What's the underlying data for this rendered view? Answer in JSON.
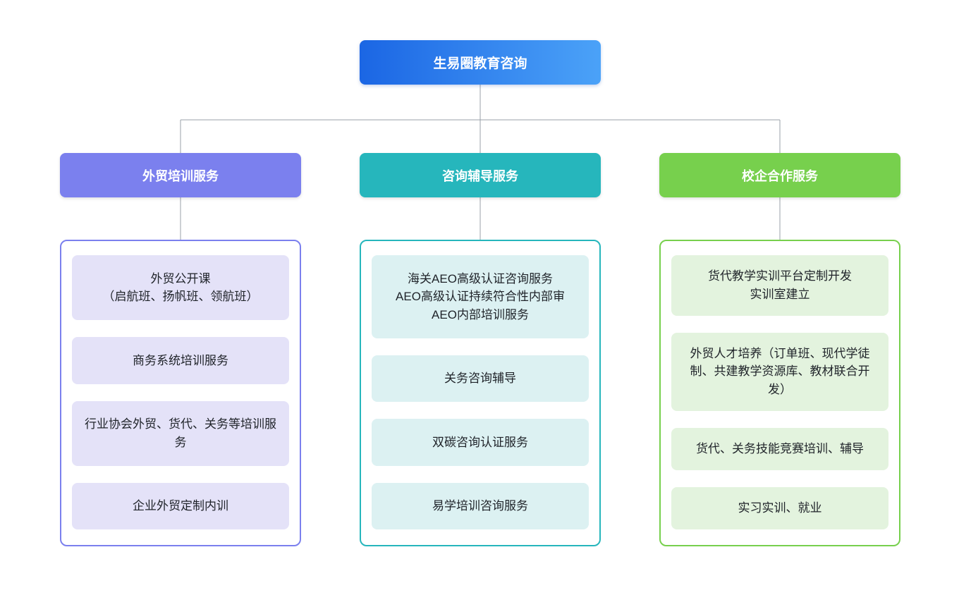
{
  "root": {
    "label": "生易圈教育咨询",
    "gradient_start": "#1b66e4",
    "gradient_end": "#4ba2f8"
  },
  "connector_color": "#99a0a8",
  "branches": [
    {
      "label": "外贸培训服务",
      "color": "#7b80ee",
      "item_bg": "#e4e2f8",
      "items": [
        [
          "外贸公开课",
          "（启航班、扬帆班、领航班）"
        ],
        "商务系统培训服务",
        "行业协会外贸、货代、关务等培训服务",
        "企业外贸定制内训"
      ]
    },
    {
      "label": "咨询辅导服务",
      "color": "#26b6bc",
      "item_bg": "#dcf1f2",
      "items": [
        [
          "海关AEO高级认证咨询服务",
          "AEO高级认证持续符合性内部审",
          "AEO内部培训服务"
        ],
        "关务咨询辅导",
        "双碳咨询认证服务",
        "易学培训咨询服务"
      ]
    },
    {
      "label": "校企合作服务",
      "color": "#77d04d",
      "item_bg": "#e3f3de",
      "items": [
        [
          "货代教学实训平台定制开发",
          "实训室建立"
        ],
        "外贸人才培养（订单班、现代学徒制、共建教学资源库、教材联合开发）",
        "货代、关务技能竞赛培训、辅导",
        "实习实训、就业"
      ]
    }
  ]
}
